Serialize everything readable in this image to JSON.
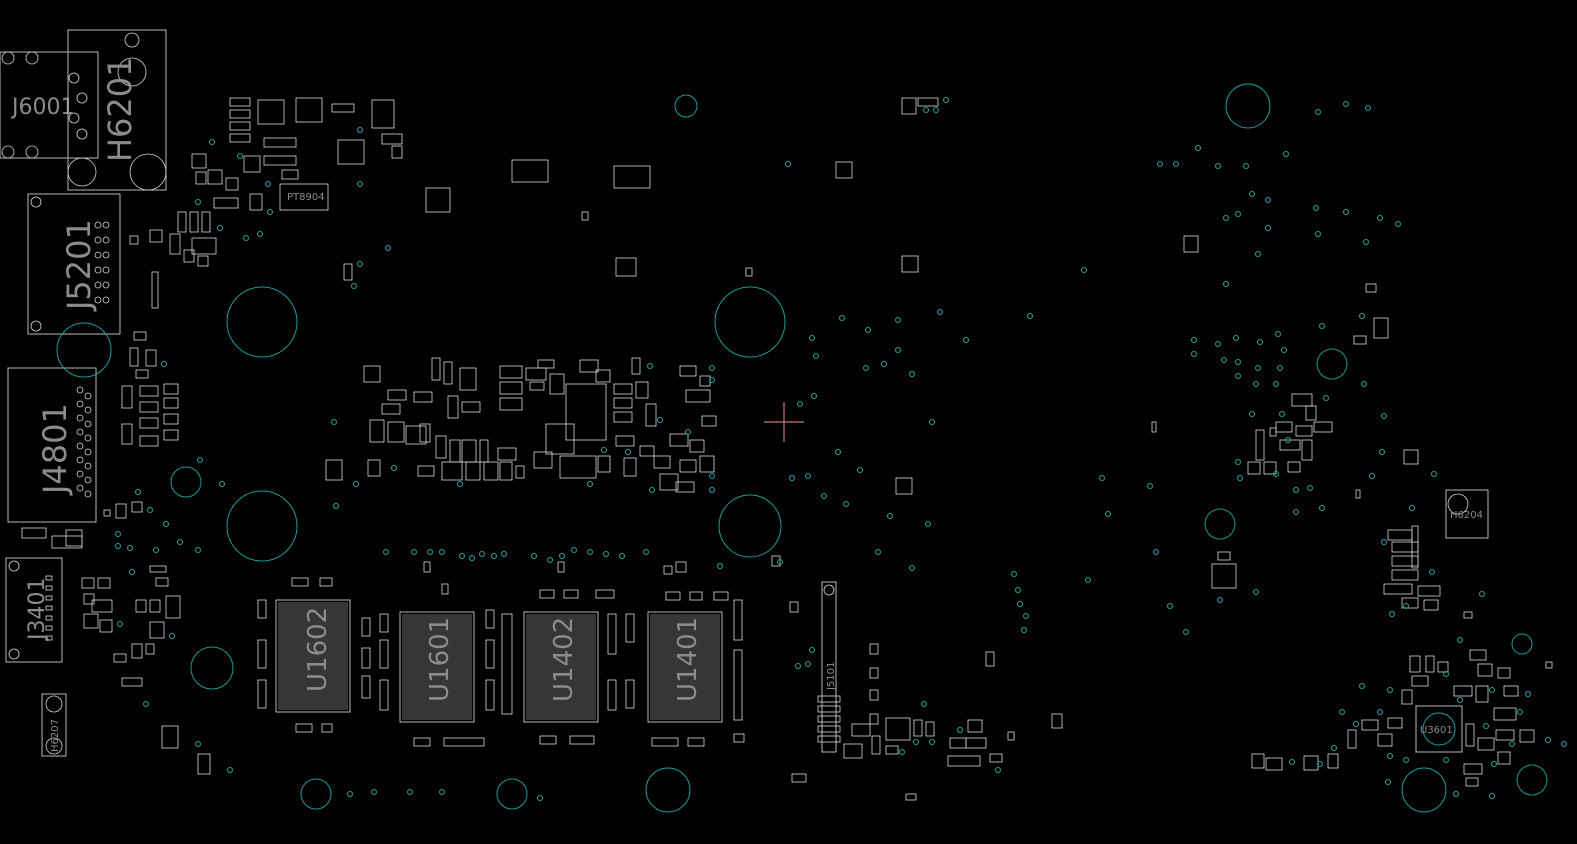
{
  "viewer": {
    "background": "#000000",
    "outline_color": "#b8b8b8",
    "via_color": "#1fa3a3",
    "cursor_color": "#c8747c"
  },
  "labels": {
    "j6001": "J6001",
    "h6201": "H6201",
    "j5201": "J5201",
    "j4801": "J4801",
    "j3401": "J3401",
    "h6207": "H6207",
    "pt8904": "PT8904",
    "u1602": "U1602",
    "u1601": "U1601",
    "u1402": "U1402",
    "u1401": "U1401",
    "j5101": "J5101",
    "h6204": "H6204",
    "u3601": "U3601"
  }
}
